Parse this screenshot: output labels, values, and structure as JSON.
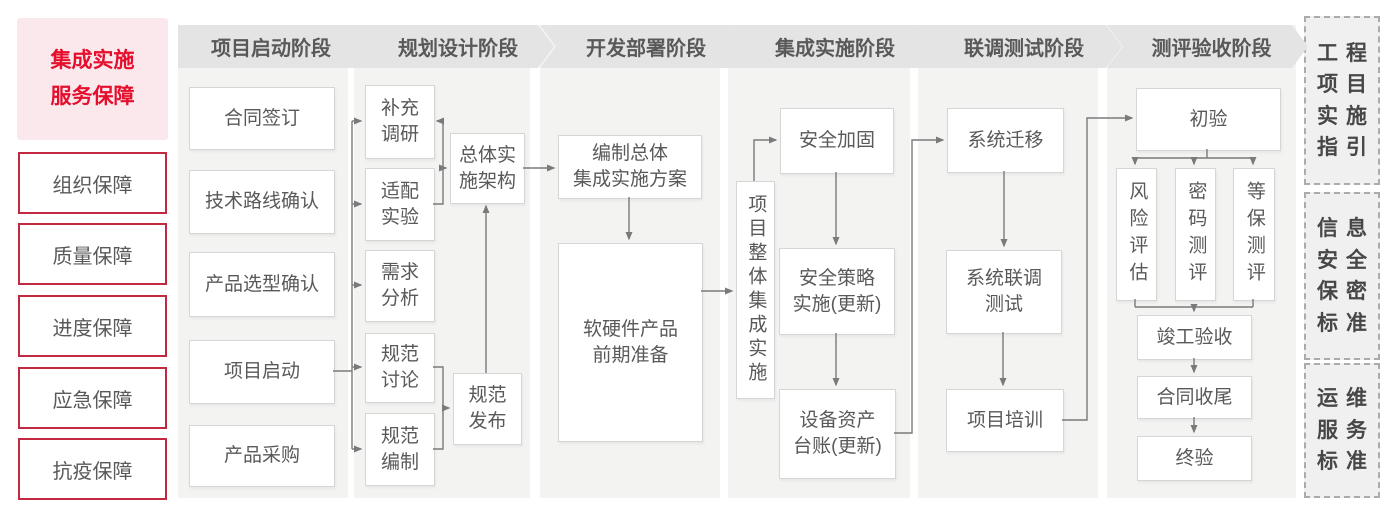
{
  "left_panel": {
    "title": "集成实施\n服务保障",
    "items": [
      "组织保障",
      "质量保障",
      "进度保障",
      "应急保障",
      "抗疫保障"
    ]
  },
  "columns": [
    {
      "header": "项目启动阶段",
      "boxes": [
        "合同签订",
        "技术路线确认",
        "产品选型确认",
        "项目启动",
        "产品采购"
      ]
    },
    {
      "header": "规划设计阶段",
      "boxes": [
        "补充\n调研",
        "适配\n实验",
        "需求\n分析",
        "规范\n讨论",
        "规范\n编制",
        "总体实\n施架构",
        "规范\n发布"
      ]
    },
    {
      "header": "开发部署阶段",
      "boxes": [
        "编制总体\n集成实施方案",
        "软硬件产品\n前期准备"
      ]
    },
    {
      "header": "集成实施阶段",
      "boxes": [
        "项目整体集成实施",
        "安全加固",
        "安全策略\n实施(更新)",
        "设备资产\n台账(更新)"
      ]
    },
    {
      "header": "联调测试阶段",
      "boxes": [
        "系统迁移",
        "系统联调\n测试",
        "项目培训"
      ]
    },
    {
      "header": "测评验收阶段",
      "boxes": [
        "初验",
        "风险评估",
        "密码测评",
        "等保测评",
        "竣工验收",
        "合同收尾",
        "终验"
      ]
    }
  ],
  "right_panel": {
    "items": [
      "工程\n项目\n实施\n指引",
      "信息\n安全\n保密\n标准",
      "运维\n服务\n标准"
    ]
  },
  "colors": {
    "accent_red": "#e60e2d",
    "border_red": "#c22840",
    "pink_bg": "#fbe8ec",
    "header_bg": "#e4e4e4",
    "column_bg": "#f3f3f2",
    "box_border": "#d6d6d6",
    "text_gray": "#595959",
    "line_gray": "#7a7a7a"
  }
}
